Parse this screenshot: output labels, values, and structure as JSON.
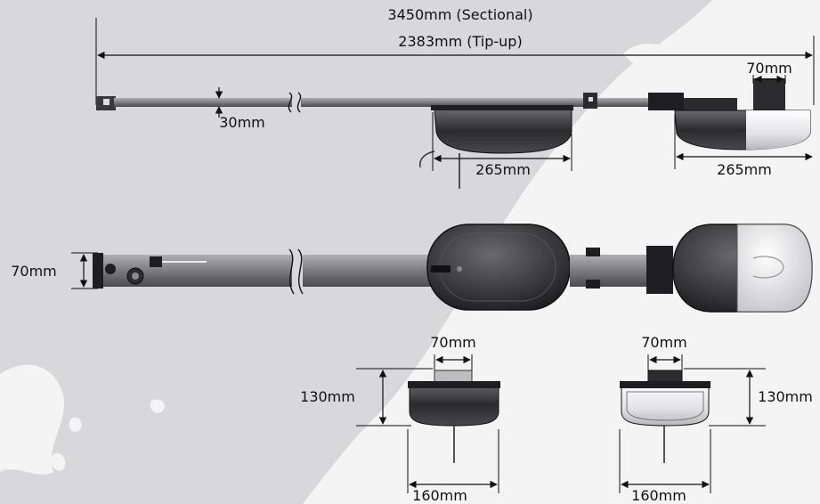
{
  "dimensions": {
    "rail_length_sectional": "3450mm (Sectional)",
    "rail_length_tipup": "2383mm (Tip-up)",
    "rail_height": "30mm",
    "side_motor_width": "265mm",
    "side_cover_width": "265mm",
    "side_top_width": "70mm",
    "top_rail_width": "70mm",
    "front_top_width": "70mm",
    "front_height": "130mm",
    "front_width": "160mm",
    "back_top_width": "70mm",
    "back_height": "130mm",
    "back_width": "160mm"
  },
  "colors": {
    "background": "#d8d8da",
    "map_white": "#f4f4f5",
    "rail": "#8a8a8c",
    "rail_dark": "#3a3a3c",
    "housing_dark": "#2b2b2e",
    "housing_light": "#ececee"
  }
}
